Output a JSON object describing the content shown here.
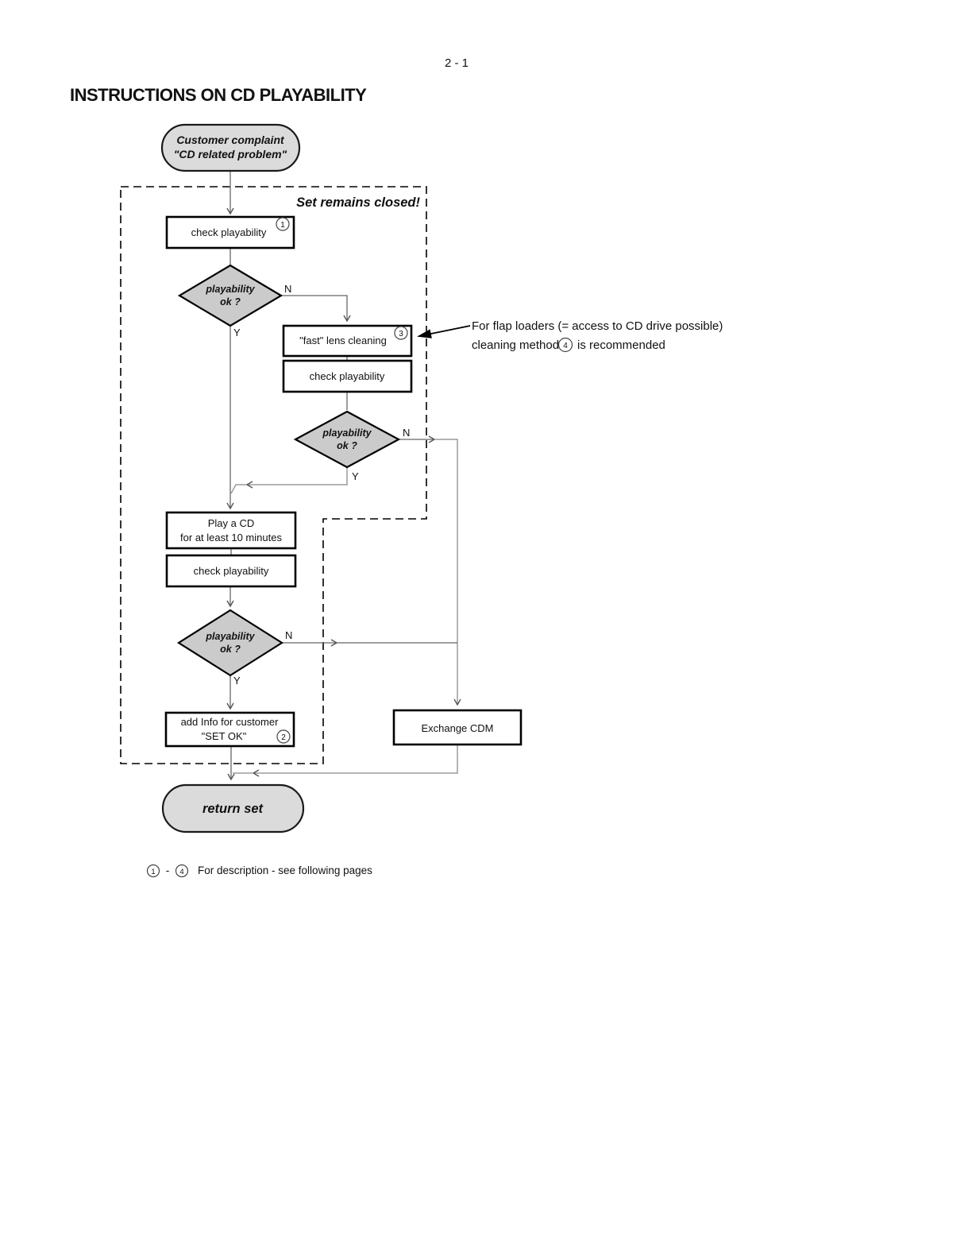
{
  "page": {
    "number": "2 - 1",
    "title": "INSTRUCTIONS ON CD PLAYABILITY"
  },
  "flow": {
    "start": {
      "line1": "Customer complaint",
      "line2": "\"CD related problem\""
    },
    "region": {
      "label": "Set remains closed!"
    },
    "check1": {
      "label": "check playability",
      "ref": "1"
    },
    "decision1": {
      "line1": "playability",
      "line2": "ok ?",
      "no": "N",
      "yes": "Y"
    },
    "fast_clean": {
      "label": "\"fast\" lens cleaning",
      "ref": "3"
    },
    "check2": {
      "label": "check playability"
    },
    "decision2": {
      "line1": "playability",
      "line2": "ok ?",
      "no": "N",
      "yes": "Y"
    },
    "play_cd": {
      "line1": "Play a CD",
      "line2": "for at least 10 minutes"
    },
    "check3": {
      "label": "check playability"
    },
    "decision3": {
      "line1": "playability",
      "line2": "ok ?",
      "no": "N",
      "yes": "Y"
    },
    "add_info": {
      "line1": "add Info for customer",
      "line2": "\"SET OK\"",
      "ref": "2"
    },
    "exchange": {
      "label": "Exchange CDM"
    },
    "end": {
      "label": "return set"
    },
    "note": {
      "line1": "For flap loaders (= access to CD drive possible)",
      "line2_before": "cleaning method",
      "ref": "4",
      "line2_after": "is recommended"
    },
    "footnote": {
      "ref_from": "1",
      "dash": "-",
      "ref_to": "4",
      "text": "For description - see following pages"
    }
  }
}
